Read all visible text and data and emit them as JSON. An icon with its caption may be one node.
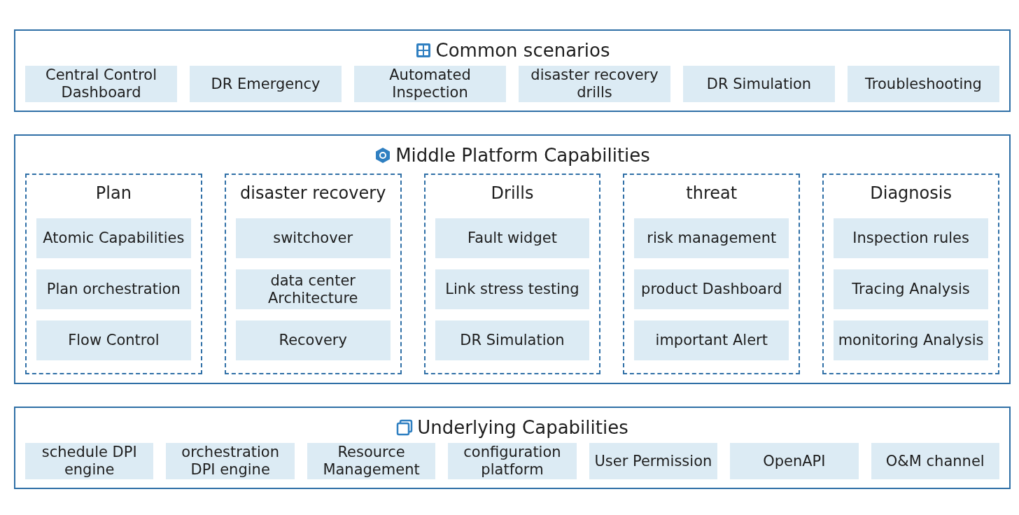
{
  "diagram": {
    "nodes": [
      {
        "text": [
          "Common scenarios"
        ]
      },
      {
        "text": [
          "Central Control Dashboard"
        ],
        "in": 0
      },
      {
        "text": [
          "DR Emergency"
        ],
        "in": 0
      },
      {
        "text": [
          "Automated Inspection"
        ],
        "in": 0
      },
      {
        "text": [
          "disaster recovery drills"
        ],
        "in": 0
      },
      {
        "text": [
          "DR Simulation"
        ],
        "in": 0
      },
      {
        "text": [
          "Troubleshooting"
        ],
        "in": 0
      },
      {
        "text": [
          "Middle Platform Capabilities"
        ]
      },
      {
        "text": [
          "Plan"
        ],
        "in": 7
      },
      {
        "text": [
          "Atomic Capabilities"
        ],
        "in": 8
      },
      {
        "text": [
          "Plan orchestration"
        ],
        "in": 8
      },
      {
        "text": [
          "Flow Control"
        ],
        "in": 8
      },
      {
        "text": [
          "disaster recovery"
        ],
        "in": 7
      },
      {
        "text": [
          "switchover"
        ],
        "in": 12
      },
      {
        "text": [
          "data center Architecture"
        ],
        "in": 12
      },
      {
        "text": [
          "Recovery"
        ],
        "in": 12
      },
      {
        "text": [
          "Drills"
        ],
        "in": 7
      },
      {
        "text": [
          "Fault widget"
        ],
        "in": 16
      },
      {
        "text": [
          "Link stress testing"
        ],
        "in": 16
      },
      {
        "text": [
          "DR Simulation"
        ],
        "in": 16
      },
      {
        "text": [
          "threat"
        ],
        "in": 7
      },
      {
        "text": [
          "risk management"
        ],
        "in": 20
      },
      {
        "text": [
          "product Dashboard"
        ],
        "in": 20
      },
      {
        "text": [
          "important Alert"
        ],
        "in": 20
      },
      {
        "text": [
          "Diagnosis"
        ],
        "in": 7
      },
      {
        "text": [
          "Inspection rules"
        ],
        "in": 24
      },
      {
        "text": [
          "Tracing Analysis"
        ],
        "in": 24
      },
      {
        "text": [
          "monitoring Analysis"
        ],
        "in": 24
      },
      {
        "text": [
          "Underlying Capabilities"
        ]
      },
      {
        "text": [
          "schedule DPI engine"
        ],
        "in": 28
      },
      {
        "text": [
          "orchestration DPI engine"
        ],
        "in": 28
      },
      {
        "text": [
          "Resource Management"
        ],
        "in": 28
      },
      {
        "text": [
          "configuration platform"
        ],
        "in": 28
      },
      {
        "text": [
          "User Permission"
        ],
        "in": 28
      },
      {
        "text": [
          "OpenAPI"
        ],
        "in": 28
      },
      {
        "text": [
          "O&M channel"
        ],
        "in": 28
      }
    ]
  }
}
